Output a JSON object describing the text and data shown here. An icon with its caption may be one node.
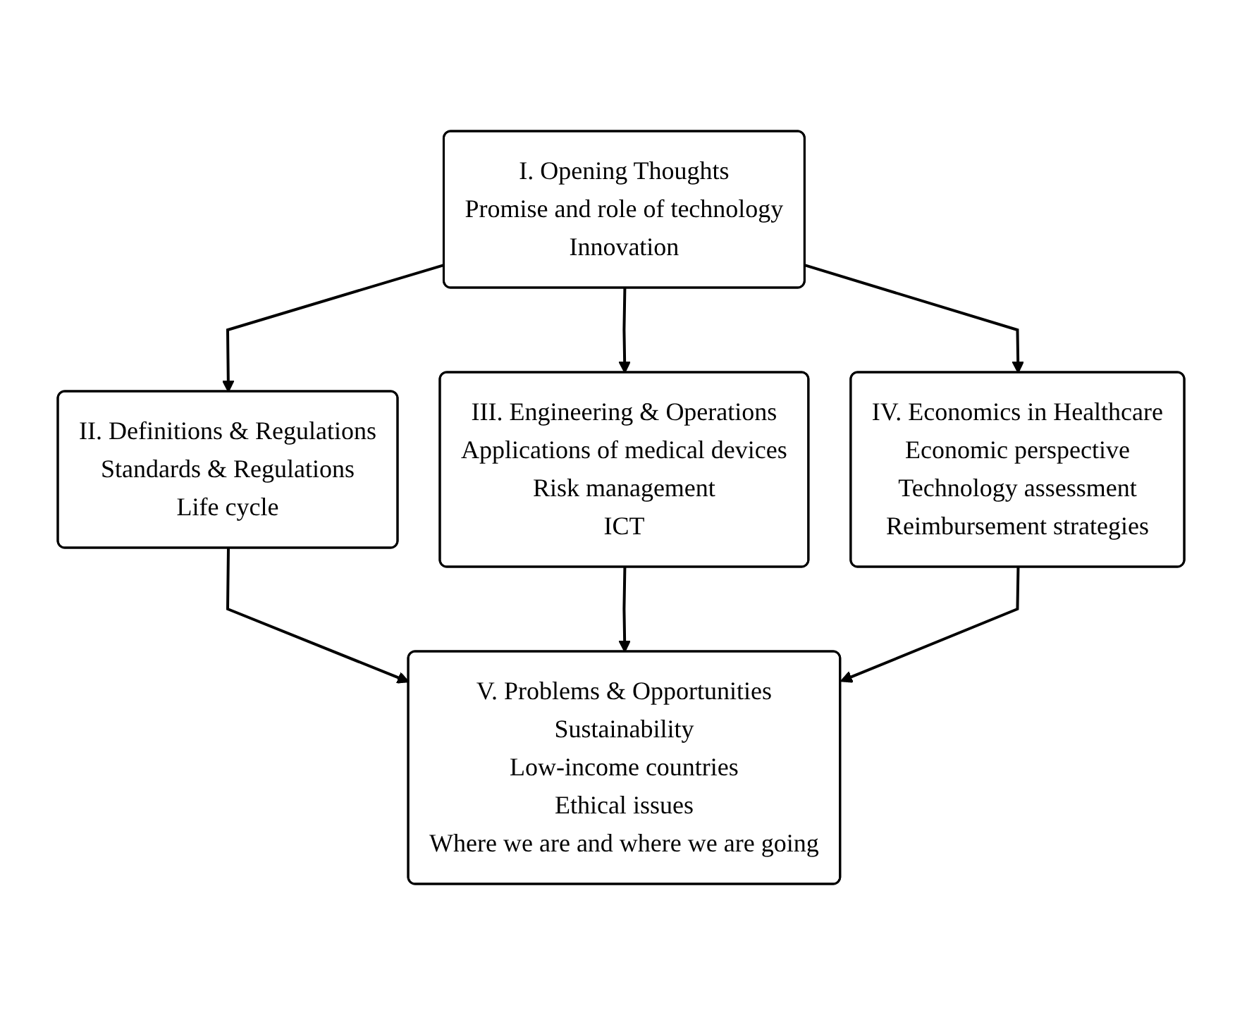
{
  "diagram": {
    "nodes": [
      {
        "text": [
          "I. Opening Thoughts",
          "Promise and role of technology",
          "Innovation"
        ]
      },
      {
        "text": [
          "II. Definitions & Regulations",
          "Standards & Regulations",
          "Life cycle"
        ]
      },
      {
        "text": [
          "III. Engineering & Operations",
          "Applications of medical devices",
          "Risk management",
          "ICT"
        ]
      },
      {
        "text": [
          "IV. Economics in Healthcare",
          "Economic perspective",
          "Technology assessment",
          "Reimbursement strategies"
        ]
      },
      {
        "text": [
          "V. Problems & Opportunities",
          "Sustainability",
          "Low-income countries",
          "Ethical issues",
          "Where we are and where we are going"
        ]
      }
    ],
    "edges": [
      {
        "from": 0,
        "to": 1,
        "arrow": "to"
      },
      {
        "from": 0,
        "to": 2,
        "arrow": "to"
      },
      {
        "from": 0,
        "to": 3,
        "arrow": "to"
      },
      {
        "from": 1,
        "to": 4,
        "arrow": "to"
      },
      {
        "from": 2,
        "to": 4,
        "arrow": "to"
      },
      {
        "from": 3,
        "to": 4,
        "arrow": "to"
      }
    ]
  }
}
